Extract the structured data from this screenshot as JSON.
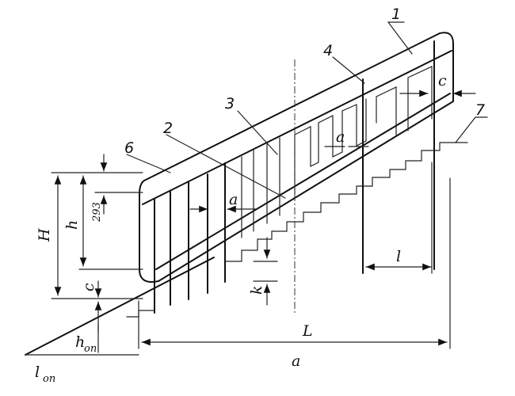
{
  "callouts": {
    "c1": "1",
    "c2": "2",
    "c3": "3",
    "c4": "4",
    "c6": "6",
    "c7": "7"
  },
  "dimensions": {
    "H": "H",
    "h": "h",
    "d293": "293",
    "c_left": "c",
    "c_right": "c",
    "a_mid": "a",
    "a_gap": "a",
    "k": "k",
    "l": "l",
    "L": "L",
    "a_bottom": "a",
    "h_on_main": "h",
    "h_on_sub": "on",
    "l_on_main": "l",
    "l_on_sub": "on"
  }
}
